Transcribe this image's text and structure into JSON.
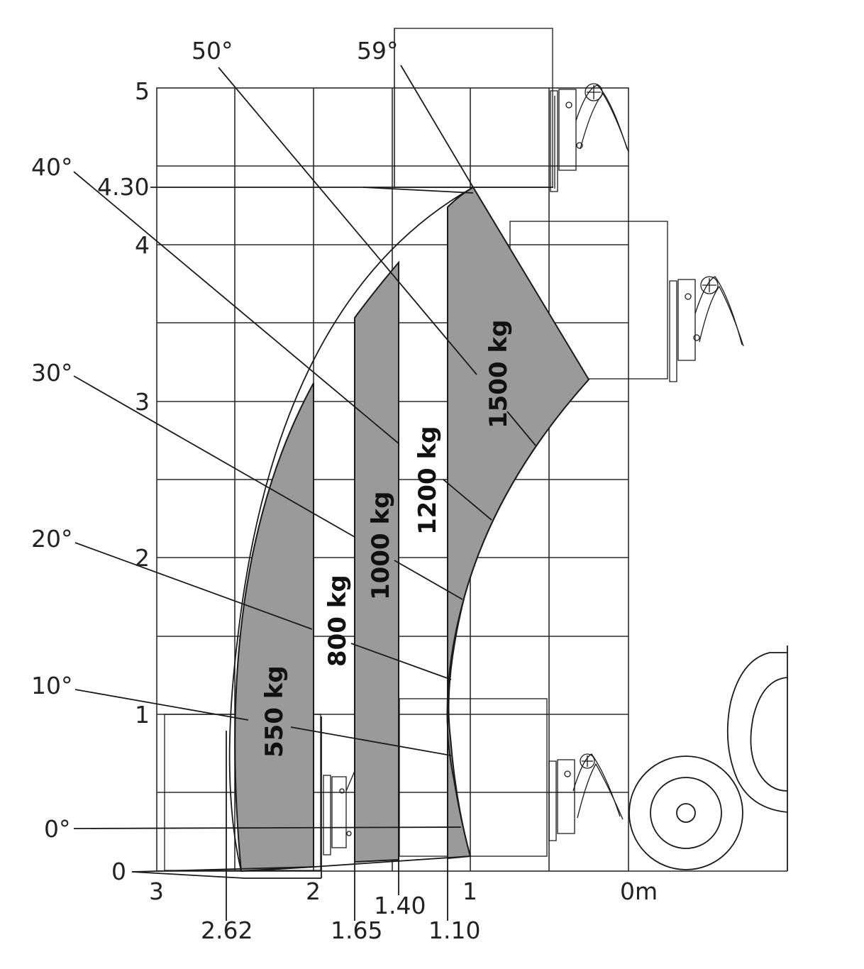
{
  "chart_data": {
    "type": "load-chart",
    "x_axis": {
      "ticks": [
        "3",
        "2",
        "1",
        "0m"
      ],
      "marks": [
        "2.62",
        "1.65",
        "1.40",
        "1.10"
      ]
    },
    "y_axis": {
      "ticks": [
        "0",
        "1",
        "2",
        "3",
        "4",
        "5"
      ],
      "marks": [
        "4.30"
      ]
    },
    "angles": [
      "0°",
      "10°",
      "20°",
      "30°",
      "40°",
      "50°",
      "59°"
    ],
    "zones": [
      {
        "label": "550 kg"
      },
      {
        "label": "800 kg"
      },
      {
        "label": "1000 kg"
      },
      {
        "label": "1200 kg"
      },
      {
        "label": "1500 kg"
      }
    ],
    "colors": {
      "zone_fill": "#9a9a9a",
      "line": "#1a1a1a",
      "background": "#ffffff"
    }
  }
}
